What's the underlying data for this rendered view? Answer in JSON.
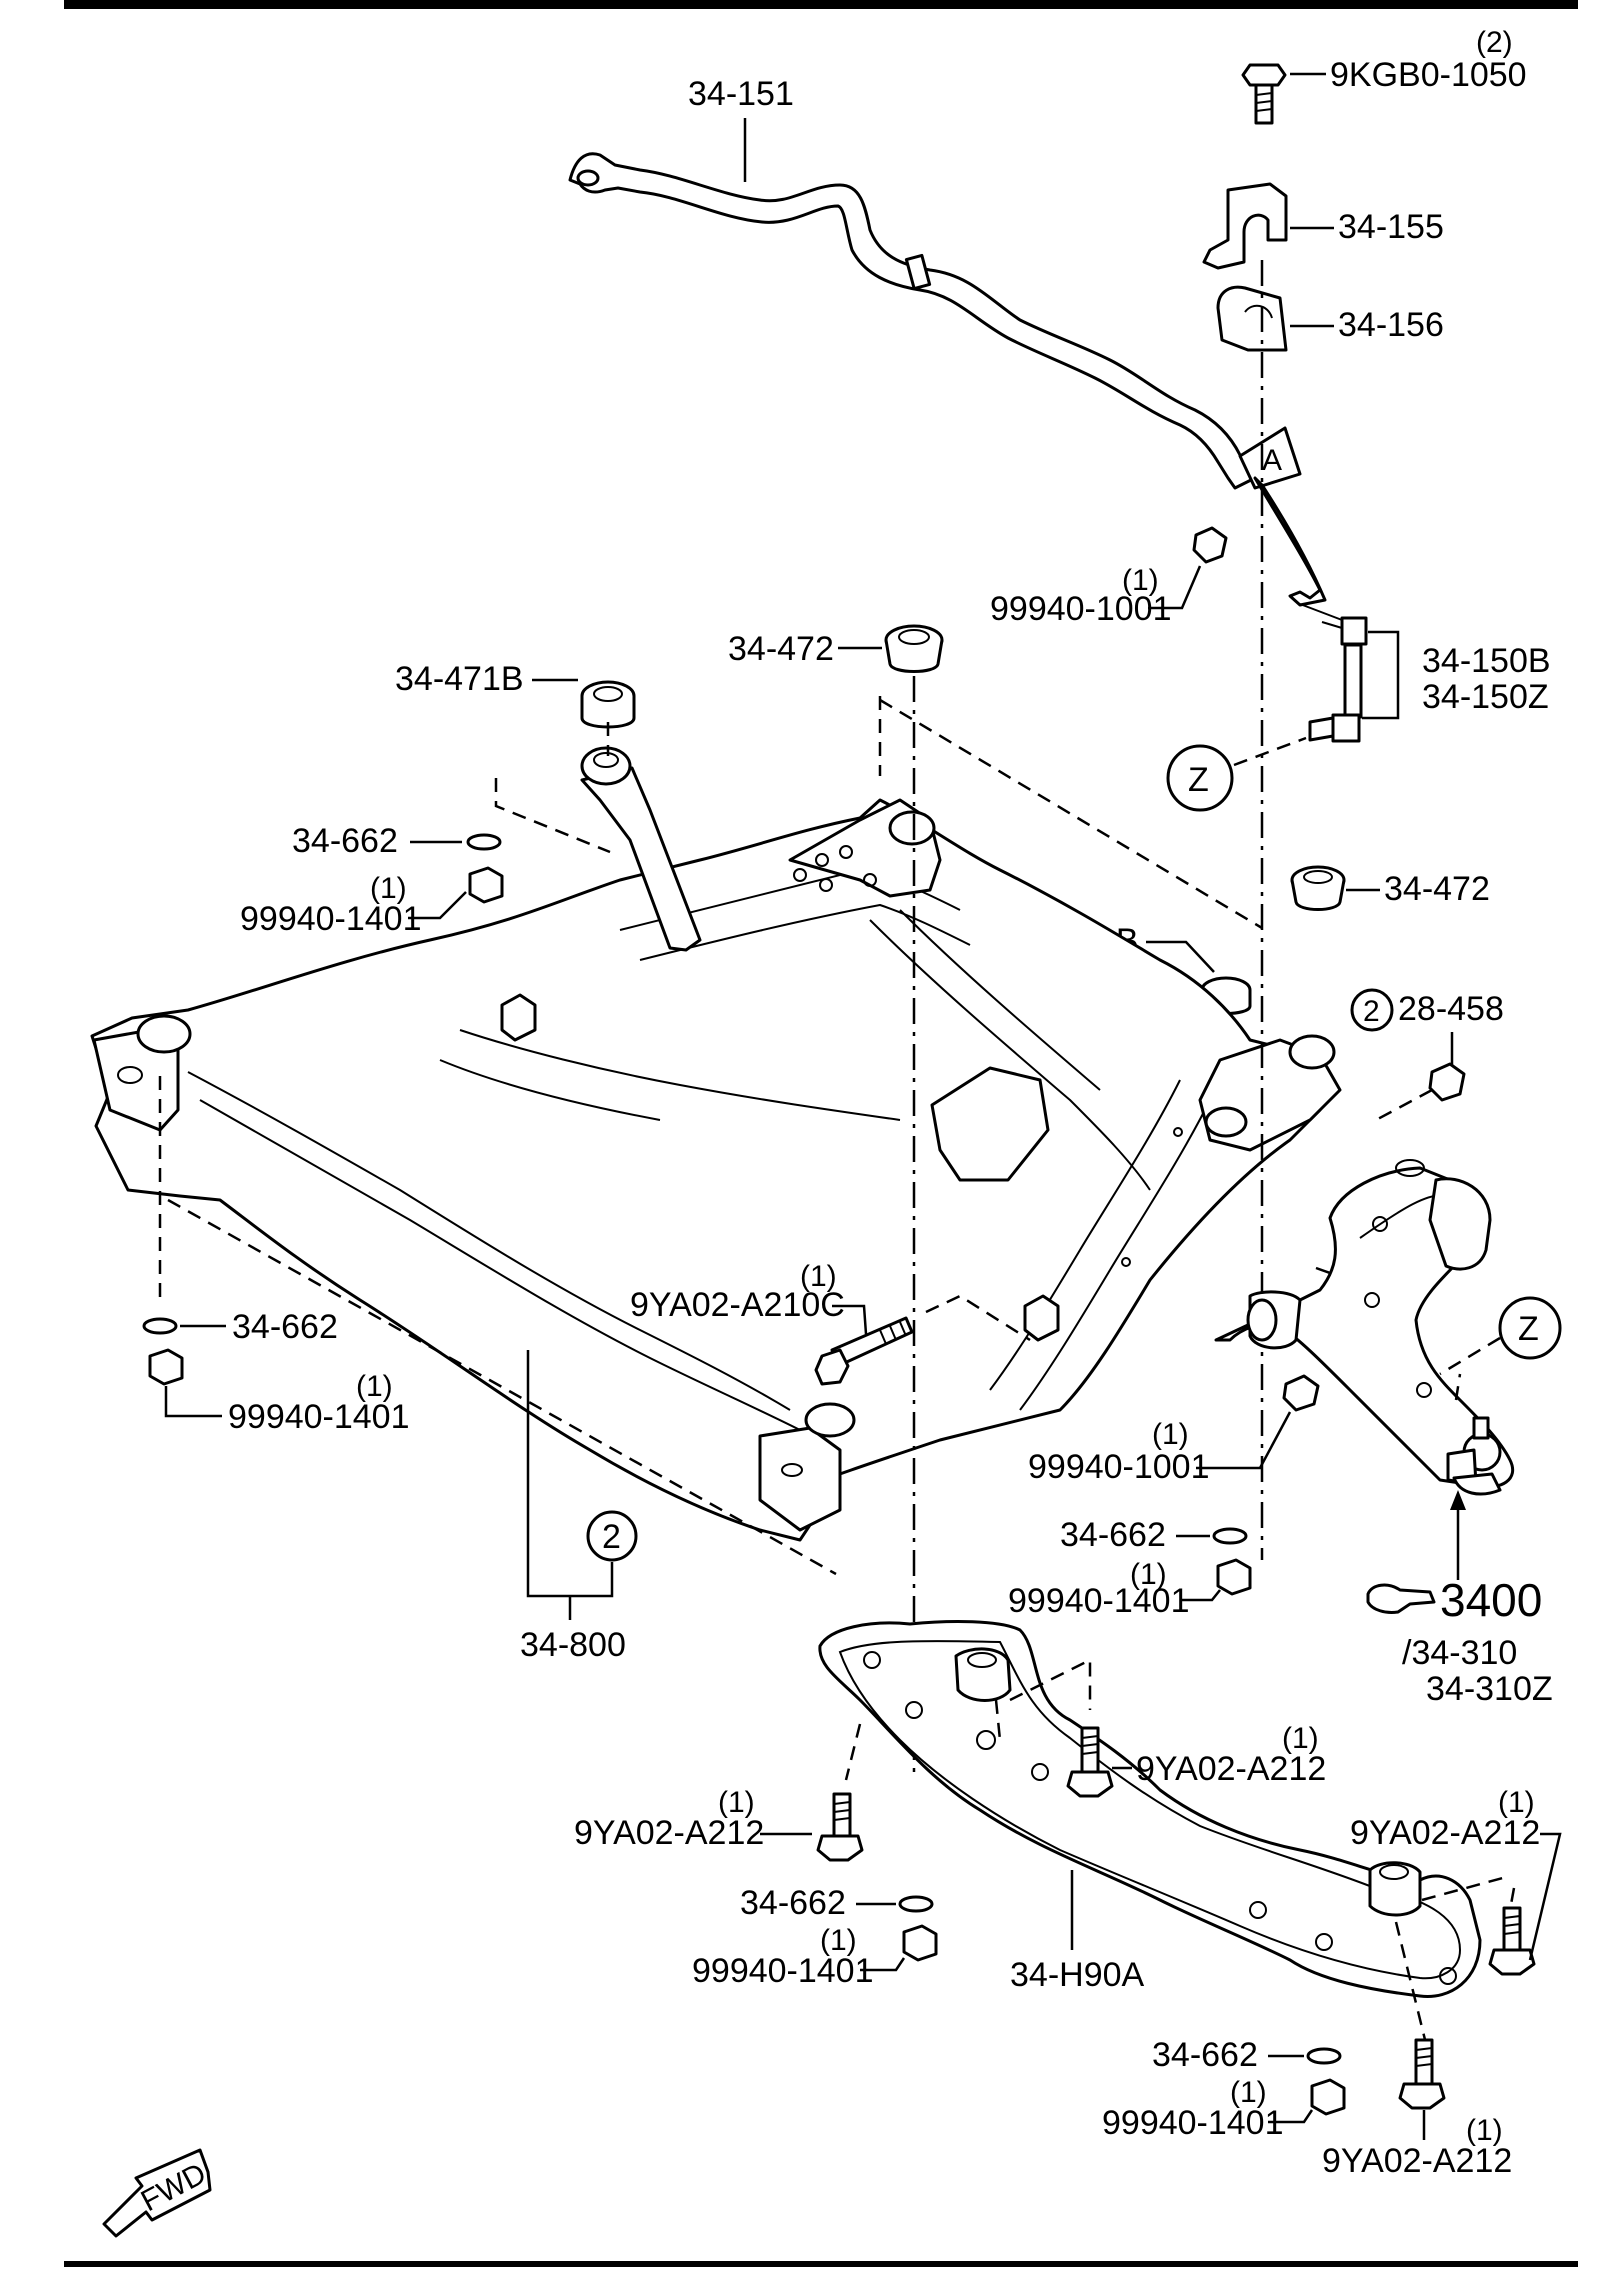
{
  "labels": {
    "stabilizer_bar": "34-151",
    "bolt_qty": "(2)",
    "bolt": "9KGB0-1050",
    "bracket": "34-155",
    "bushing": "34-156",
    "link_nut_qty": "(1)",
    "link_nut": "99940-1001",
    "link_l": "34-150B",
    "link_r": "34-150Z",
    "z_callout": "Z",
    "mount_471b_upper": "34-471B",
    "mount_472_upper": "34-472",
    "mount_472_right": "34-472",
    "mount_471b_right": "34-471B",
    "washer_left_upper": "34-662",
    "nut_left_upper_qty": "(1)",
    "nut_left_upper": "99940-1401",
    "circle_2_right": "2",
    "part_28_458": "28-458",
    "washer_left_lower": "34-662",
    "nut_left_lower_qty": "(1)",
    "nut_left_lower": "99940-1401",
    "bolt_center_qty": "(1)",
    "bolt_center": "9YA02-A210C",
    "nut_arm_qty": "(1)",
    "nut_arm": "99940-1001",
    "washer_mid_right": "34-662",
    "nut_mid_right_qty": "(1)",
    "nut_mid_right": "99940-1401",
    "circle_2_lower": "2",
    "crossmember": "34-800",
    "ref_3400": "3400",
    "arm_l": "/34-310",
    "arm_r": "34-310Z",
    "bolt_a212_a_qty": "(1)",
    "bolt_a212_a": "9YA02-A212",
    "bolt_a212_b_qty": "(1)",
    "bolt_a212_b": "9YA02-A212",
    "bolt_a212_c_qty": "(1)",
    "bolt_a212_c": "9YA02-A212",
    "washer_lower_a": "34-662",
    "nut_lower_a_qty": "(1)",
    "nut_lower_a": "99940-1401",
    "brace": "34-H90A",
    "washer_lower_b": "34-662",
    "nut_lower_b_qty": "(1)",
    "nut_lower_b": "99940-1401",
    "bolt_a212_d_qty": "(1)",
    "bolt_a212_d": "9YA02-A212",
    "fwd": "FWD"
  }
}
